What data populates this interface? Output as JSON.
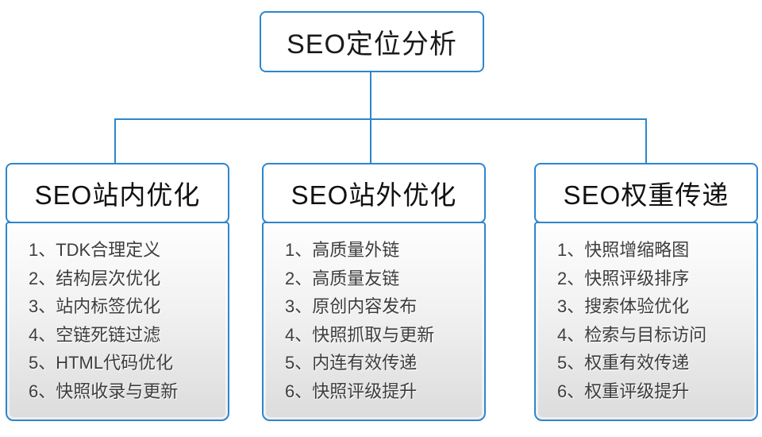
{
  "diagram": {
    "root": {
      "title": "SEO定位分析"
    },
    "branches": [
      {
        "title": "SEO站内优化",
        "items": [
          "1、TDK合理定义",
          "2、结构层次优化",
          "3、站内标签优化",
          "4、空链死链过滤",
          "5、HTML代码优化",
          "6、快照收录与更新"
        ]
      },
      {
        "title": "SEO站外优化",
        "items": [
          "1、高质量外链",
          "2、高质量友链",
          "3、原创内容发布",
          "4、快照抓取与更新",
          "5、内连有效传递",
          "6、快照评级提升"
        ]
      },
      {
        "title": "SEO权重传递",
        "items": [
          "1、快照增缩略图",
          "2、快照评级排序",
          "3、搜索体验优化",
          "4、检索与目标访问",
          "5、权重有效传递",
          "6、权重评级提升"
        ]
      }
    ],
    "colors": {
      "accent_border": "#2e86cd",
      "body_gradient_top": "#fefefe",
      "body_gradient_bottom": "#dcdcdc",
      "header_text": "#111111",
      "item_text": "#3d3d3d"
    }
  }
}
